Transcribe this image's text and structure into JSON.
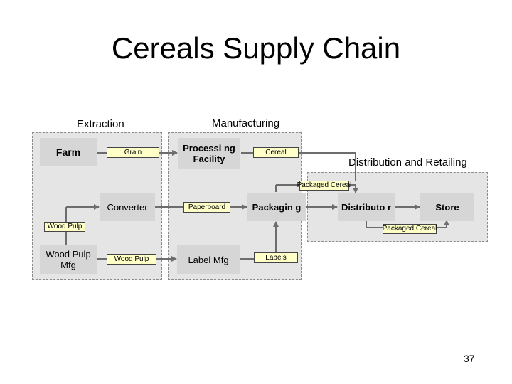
{
  "title": "Cereals Supply Chain",
  "sections": {
    "extraction": "Extraction",
    "manufacturing": "Manufacturing",
    "distribution": "Distribution and Retailing"
  },
  "nodes": {
    "farm": "Farm",
    "processing": "Processi ng Facility",
    "converter": "Converter",
    "packaging": "Packagin g",
    "distributor": "Distributo r",
    "store": "Store",
    "wood_pulp_mfg": "Wood Pulp Mfg",
    "label_mfg": "Label Mfg"
  },
  "flows": {
    "grain": "Grain",
    "cereal": "Cereal",
    "packaged_cereal_top": "Packaged Cereal",
    "paperboard": "Paperboard",
    "wood_pulp_left": "Wood Pulp",
    "packaged_cereal_right": "Packaged Cereal",
    "wood_pulp_bottom": "Wood Pulp",
    "labels": "Labels"
  },
  "page_number": "37",
  "colors": {
    "panel": "#e5e5e5",
    "node": "#d6d6d6",
    "flow_label": "#ffffc8",
    "arrow": "#6d6d6d"
  }
}
